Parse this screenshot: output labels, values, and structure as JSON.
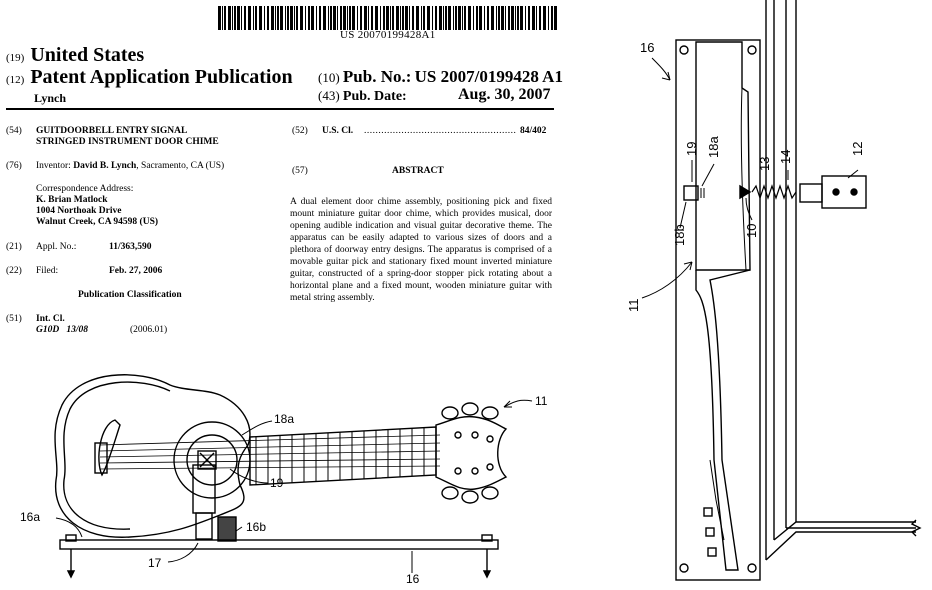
{
  "header": {
    "barcode_number": "US 20070199428A1",
    "country_code": "(19)",
    "country": "United States",
    "pubtype_code": "(12)",
    "pubtype": "Patent Application Publication",
    "inventor_surname": "Lynch",
    "pubno_code": "(10)",
    "pubno_label": "Pub. No.:",
    "pubno_value": "US 2007/0199428 A1",
    "pubdate_code": "(43)",
    "pubdate_label": "Pub. Date:",
    "pubdate_value": "Aug. 30, 2007"
  },
  "left_fields": {
    "title_code": "(54)",
    "title_line1": "GUITDOORBELL ENTRY SIGNAL",
    "title_line2": "STRINGED INSTRUMENT DOOR CHIME",
    "inventor_code": "(76)",
    "inventor_label": "Inventor:",
    "inventor_name": "David B. Lynch",
    "inventor_loc": ", Sacramento, CA (US)",
    "corr_label": "Correspondence Address:",
    "corr_name": "K. Brian Matlock",
    "corr_street": "1004 Northoak Drive",
    "corr_city": "Walnut Creek, CA 94598 (US)",
    "appl_code": "(21)",
    "appl_label": "Appl. No.:",
    "appl_value": "11/363,590",
    "filed_code": "(22)",
    "filed_label": "Filed:",
    "filed_value": "Feb. 27, 2006",
    "pubclass_heading": "Publication Classification",
    "intcl_code": "(51)",
    "intcl_label": "Int. Cl.",
    "intcl_class": "G10D   13/08",
    "intcl_year": "(2006.01)"
  },
  "right_fields": {
    "uscl_code": "(52)",
    "uscl_label": "U.S. Cl.",
    "uscl_dots": "................................................................",
    "uscl_value": "84/402",
    "abstract_code": "(57)",
    "abstract_title": "ABSTRACT",
    "abstract_text": "A dual element door chime assembly, positioning pick and fixed mount miniature guitar door chime, which provides musical, door opening audible indication and visual guitar decorative theme. The apparatus can be easily adapted to various sizes of doors and a plethora of doorway entry designs. The apparatus is comprised of a movable guitar pick and stationary fixed mount inverted miniature guitar, constructed of a spring-door stopper pick rotating about a horizontal plane and a fixed mount, wooden miniature guitar with metal string assembly."
  },
  "figure1_labels": {
    "l11": "11",
    "l18a": "18a",
    "l19": "19",
    "l16a": "16a",
    "l16b": "16b",
    "l17": "17",
    "l16": "16"
  },
  "figure2_labels": {
    "l16": "16",
    "l19": "19",
    "l18a": "18a",
    "l13": "13",
    "l14": "14",
    "l12": "12",
    "l18b": "18b",
    "l10": "10",
    "l11": "11"
  }
}
